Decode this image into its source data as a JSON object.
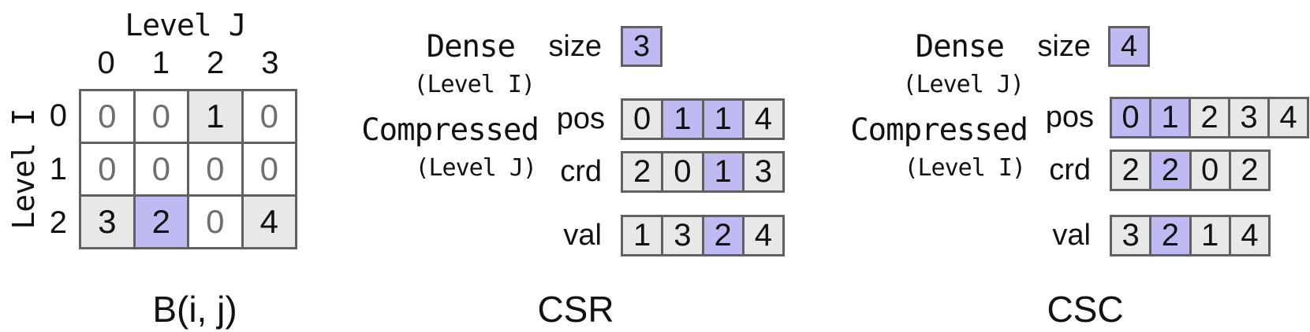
{
  "colors": {
    "highlight_purple": "#bfbbf2",
    "shade_gray": "#e8e8e8",
    "border_gray": "#616161",
    "dim_text_gray": "#6f6f6f",
    "text_black": "#111111"
  },
  "matrix": {
    "col_axis_title": "Level J",
    "row_axis_title": "Level I",
    "col_headers": [
      "0",
      "1",
      "2",
      "3"
    ],
    "row_headers": [
      "0",
      "1",
      "2"
    ],
    "caption": "B(i, j)",
    "rows": [
      [
        {
          "v": "0",
          "bg": "plain",
          "tone": "dim"
        },
        {
          "v": "0",
          "bg": "plain",
          "tone": "dim"
        },
        {
          "v": "1",
          "bg": "shade",
          "tone": "strong"
        },
        {
          "v": "0",
          "bg": "plain",
          "tone": "dim"
        }
      ],
      [
        {
          "v": "0",
          "bg": "plain",
          "tone": "dim"
        },
        {
          "v": "0",
          "bg": "plain",
          "tone": "dim"
        },
        {
          "v": "0",
          "bg": "plain",
          "tone": "dim"
        },
        {
          "v": "0",
          "bg": "plain",
          "tone": "dim"
        }
      ],
      [
        {
          "v": "3",
          "bg": "shade",
          "tone": "strong"
        },
        {
          "v": "2",
          "bg": "hilite",
          "tone": "strong"
        },
        {
          "v": "0",
          "bg": "plain",
          "tone": "dim"
        },
        {
          "v": "4",
          "bg": "shade",
          "tone": "strong"
        }
      ]
    ]
  },
  "csr": {
    "caption": "CSR",
    "dense_label": "Dense",
    "dense_sub": "(Level I)",
    "size_label": "size",
    "size_value": "3",
    "compressed_label": "Compressed",
    "compressed_sub": "(Level J)",
    "pos_label": "pos",
    "crd_label": "crd",
    "val_label": "val",
    "pos": [
      {
        "v": "0",
        "bg": "shade"
      },
      {
        "v": "1",
        "bg": "hilite"
      },
      {
        "v": "1",
        "bg": "hilite"
      },
      {
        "v": "4",
        "bg": "shade"
      }
    ],
    "crd": [
      {
        "v": "2",
        "bg": "shade"
      },
      {
        "v": "0",
        "bg": "shade"
      },
      {
        "v": "1",
        "bg": "hilite"
      },
      {
        "v": "3",
        "bg": "shade"
      }
    ],
    "val": [
      {
        "v": "1",
        "bg": "shade"
      },
      {
        "v": "3",
        "bg": "shade"
      },
      {
        "v": "2",
        "bg": "hilite"
      },
      {
        "v": "4",
        "bg": "shade"
      }
    ]
  },
  "csc": {
    "caption": "CSC",
    "dense_label": "Dense",
    "dense_sub": "(Level J)",
    "size_label": "size",
    "size_value": "4",
    "compressed_label": "Compressed",
    "compressed_sub": "(Level I)",
    "pos_label": "pos",
    "crd_label": "crd",
    "val_label": "val",
    "pos": [
      {
        "v": "0",
        "bg": "hilite"
      },
      {
        "v": "1",
        "bg": "hilite"
      },
      {
        "v": "2",
        "bg": "shade"
      },
      {
        "v": "3",
        "bg": "shade"
      },
      {
        "v": "4",
        "bg": "shade"
      }
    ],
    "crd": [
      {
        "v": "2",
        "bg": "shade"
      },
      {
        "v": "2",
        "bg": "hilite"
      },
      {
        "v": "0",
        "bg": "shade"
      },
      {
        "v": "2",
        "bg": "shade"
      }
    ],
    "val": [
      {
        "v": "3",
        "bg": "shade"
      },
      {
        "v": "2",
        "bg": "hilite"
      },
      {
        "v": "1",
        "bg": "shade"
      },
      {
        "v": "4",
        "bg": "shade"
      }
    ]
  }
}
